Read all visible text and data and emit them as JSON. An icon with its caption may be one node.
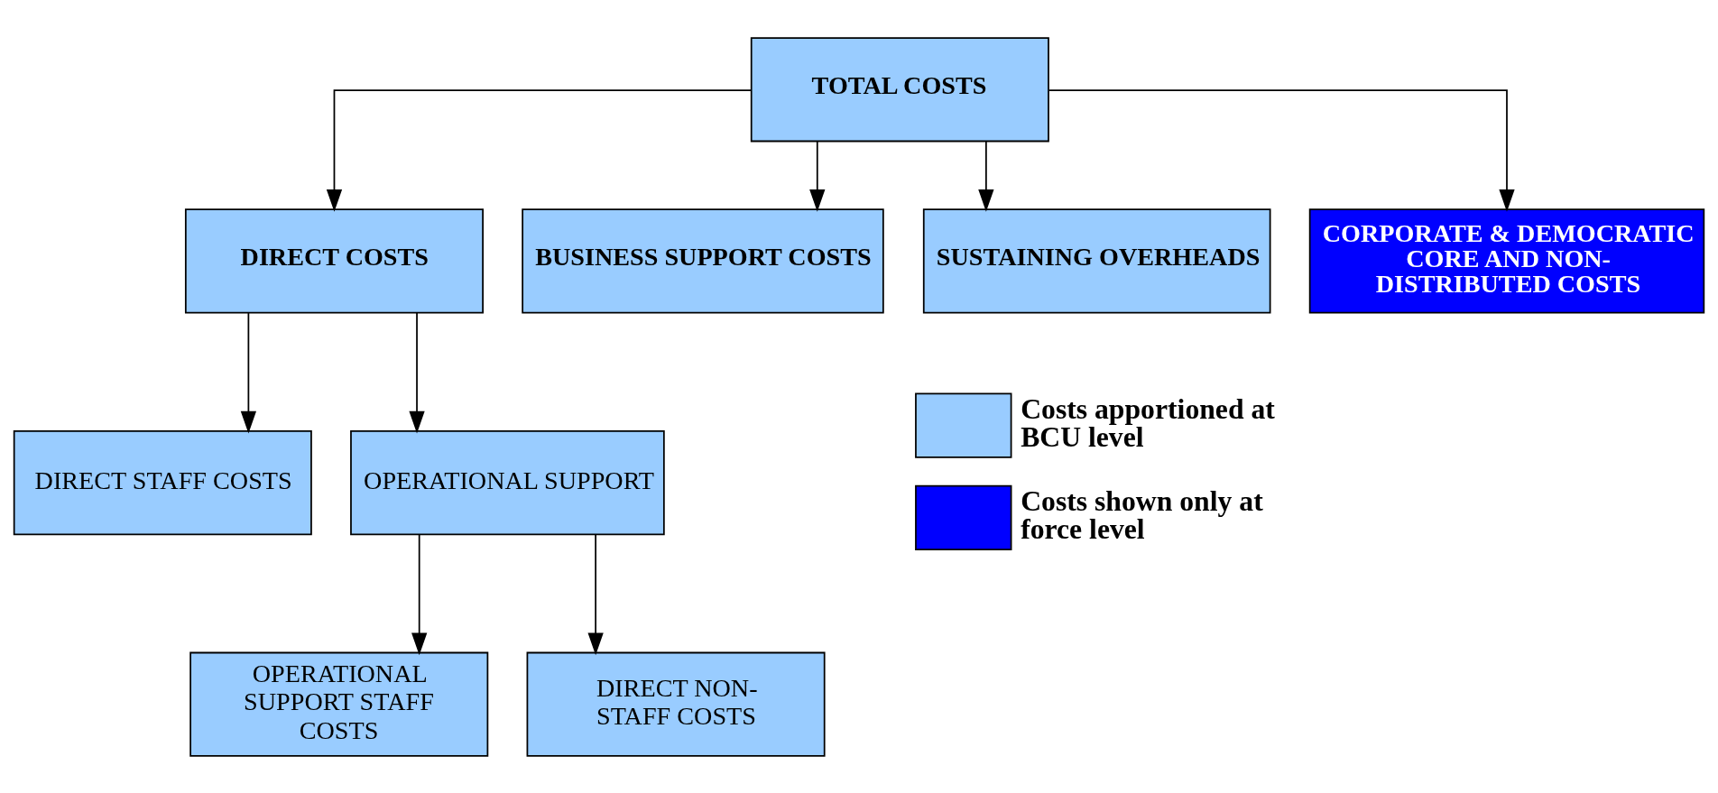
{
  "diagram": {
    "nodes": [
      {
        "text": [
          "TOTAL COSTS"
        ]
      },
      {
        "text": [
          "DIRECT COSTS"
        ]
      },
      {
        "text": [
          "BUSINESS SUPPORT COSTS"
        ]
      },
      {
        "text": [
          "SUSTAINING OVERHEADS"
        ]
      },
      {
        "text": [
          "CORPORATE & DEMOCRATIC CORE AND NON-DISTRIBUTED COSTS"
        ]
      },
      {
        "text": [
          "DIRECT STAFF COSTS"
        ]
      },
      {
        "text": [
          "OPERATIONAL SUPPORT"
        ]
      },
      {
        "text": [
          "OPERATIONAL SUPPORT STAFF COSTS"
        ]
      },
      {
        "text": [
          "DIRECT NON-STAFF COSTS"
        ]
      }
    ],
    "edges": [
      {
        "from": 0,
        "to": 1,
        "arrow": "to"
      },
      {
        "from": 0,
        "to": 2,
        "arrow": "to"
      },
      {
        "from": 0,
        "to": 3,
        "arrow": "to"
      },
      {
        "from": 0,
        "to": 4,
        "arrow": "to"
      },
      {
        "from": 1,
        "to": 5,
        "arrow": "to"
      },
      {
        "from": 1,
        "to": 6,
        "arrow": "to"
      },
      {
        "from": 6,
        "to": 7,
        "arrow": "to"
      },
      {
        "from": 6,
        "to": 8,
        "arrow": "to"
      }
    ],
    "legend": [
      {
        "text": "Costs apportioned at BCU level",
        "color": "#99ccff"
      },
      {
        "text": "Costs shown only at force level",
        "color": "#0000ff"
      }
    ]
  }
}
